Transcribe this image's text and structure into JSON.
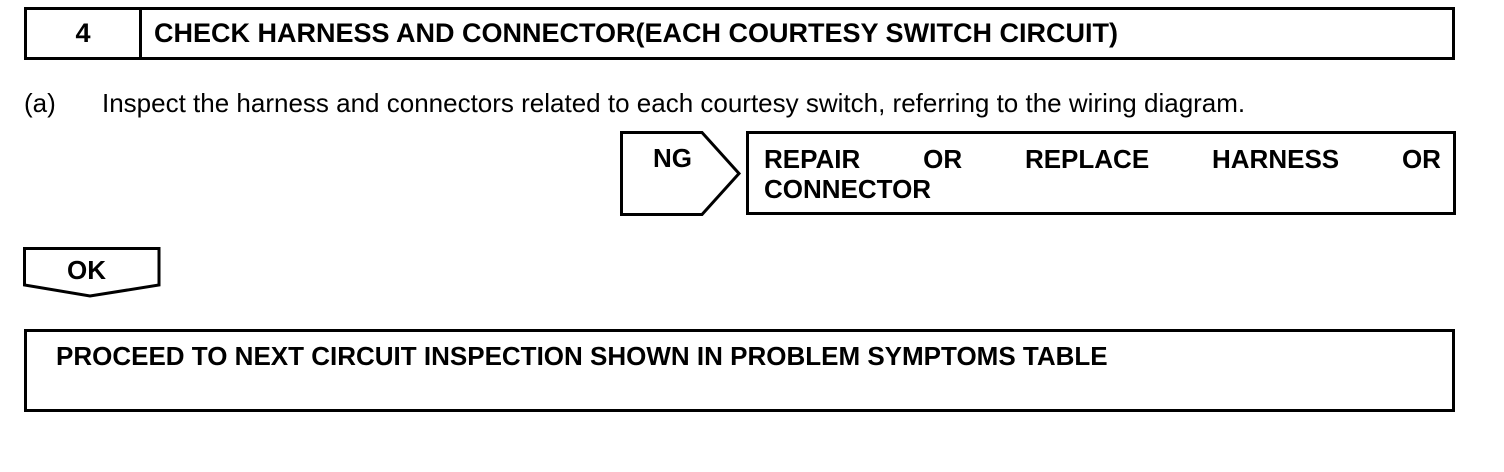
{
  "step": {
    "number": "4",
    "title": "CHECK HARNESS AND CONNECTOR(EACH COURTESY SWITCH CIRCUIT)"
  },
  "instruction": {
    "label": "(a)",
    "text": "Inspect the harness and connectors related to each courtesy switch, referring to the wiring diagram."
  },
  "ng_branch": {
    "label": "NG",
    "result_words_line1": [
      "REPAIR",
      "OR",
      "REPLACE",
      "HARNESS",
      "OR"
    ],
    "result_line2": "CONNECTOR"
  },
  "ok_branch": {
    "label": "OK",
    "result": "PROCEED TO NEXT CIRCUIT INSPECTION SHOWN IN PROBLEM SYMPTOMS TABLE"
  }
}
